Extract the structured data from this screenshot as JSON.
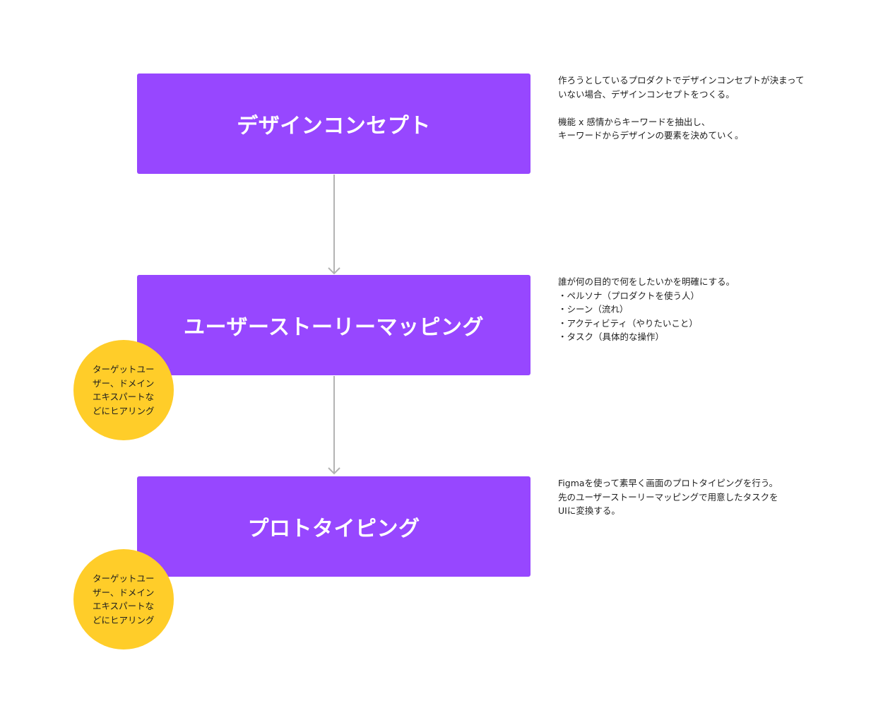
{
  "steps": [
    {
      "title": "デザインコンセプト",
      "note": [
        "作ろうとしているプロダクトでデザインコンセプトが決まって",
        "いない場合、デザインコンセプトをつくる。",
        "",
        "機能 x 感情からキーワードを抽出し、",
        "キーワードからデザインの要素を決めていく。"
      ]
    },
    {
      "title": "ユーザーストーリーマッピング",
      "note": [
        "誰が何の目的で何をしたいかを明確にする。",
        "・ペルソナ（プロダクトを使う人）",
        "・シーン（流れ）",
        "・アクティビティ（やりたいこと）",
        "・タスク（具体的な操作）"
      ]
    },
    {
      "title": "プロトタイピング",
      "note": [
        "Figmaを使って素早く画面のプロトタイピングを行う。",
        "先のユーザーストーリーマッピングで用意したタスクを",
        "UIに変換する。"
      ]
    }
  ],
  "stickies": [
    {
      "lines": [
        "ターゲットユー",
        "ザー、ドメイン",
        "エキスパートな",
        "どにヒアリング"
      ]
    },
    {
      "lines": [
        "ターゲットユー",
        "ザー、ドメイン",
        "エキスパートな",
        "どにヒアリング"
      ]
    }
  ],
  "colors": {
    "step_fill": "#9747ff",
    "step_text": "#ffffff",
    "sticky_fill": "#ffcd29",
    "connector": "#b3b3b3",
    "note_text": "#1e1e1e"
  }
}
